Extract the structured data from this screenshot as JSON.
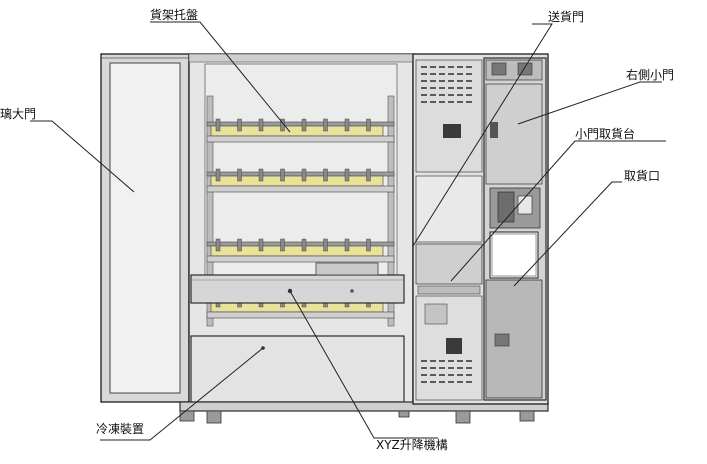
{
  "labels": {
    "shelf_tray": "貨架托盤",
    "delivery_door": "送貨門",
    "glass_door": "璃大門",
    "right_small_door": "右側小門",
    "small_door_pickup_platform": "小門取貨台",
    "pickup_port": "取貨口",
    "refrigeration": "冷凍裝置",
    "xyz_lift": "XYZ升降機構"
  },
  "colors": {
    "outline": "#2b2b2b",
    "panel_light": "#e4e4e4",
    "panel_mid": "#cfcfcf",
    "panel_dark": "#9a9a9a",
    "tray_yellow": "#e8e29a",
    "rack_gray": "#8a8a8a",
    "leader_line": "#222222"
  }
}
